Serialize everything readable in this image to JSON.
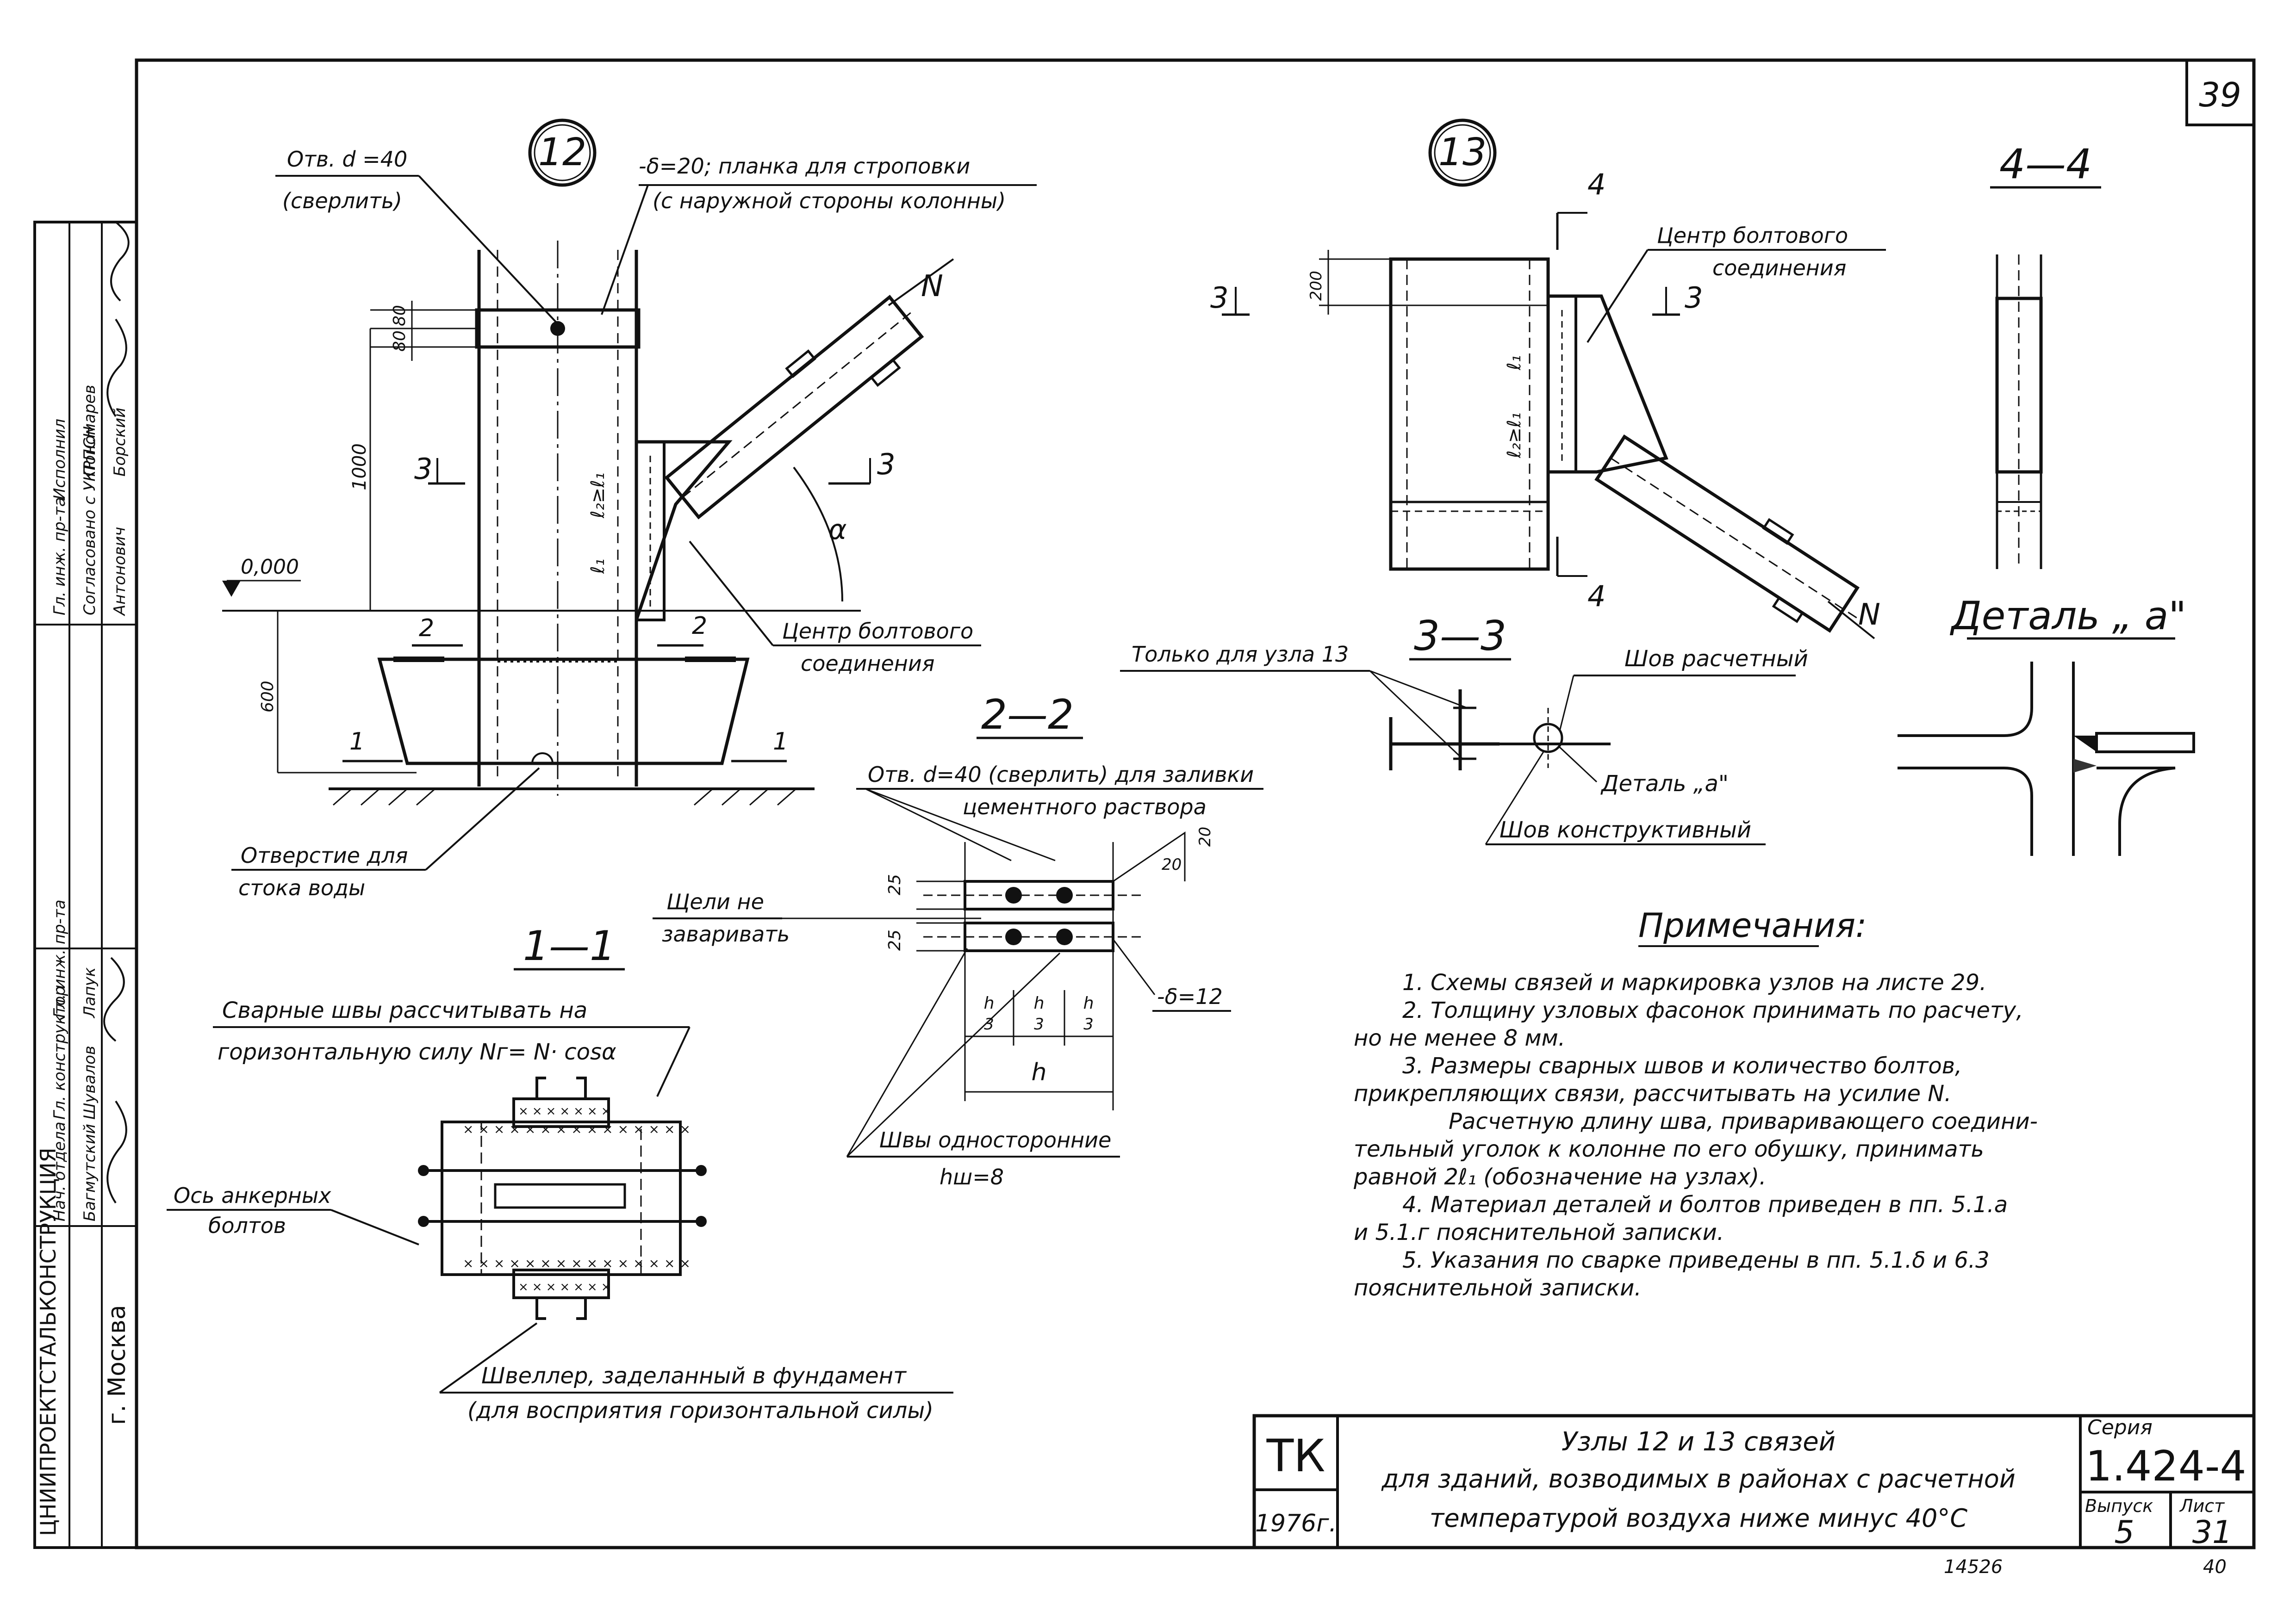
{
  "sheet": {
    "page_number": "39",
    "bottom_number_1": "14526",
    "bottom_number_2": "40"
  },
  "node12": {
    "mark": "12",
    "hole_label_1": "Отв. d =40",
    "hole_label_2": "(сверлить)",
    "plate_label_1": "-δ=20; планка для строповки",
    "plate_label_2": "(с наружной стороны колонны)",
    "dim_80a": "80",
    "dim_80b": "80",
    "dim_1000": "1000",
    "dim_600": "600",
    "level": "0,000",
    "l2": "ℓ₂≥ℓ₁",
    "l1": "ℓ₁",
    "alpha": "α",
    "N": "N",
    "cut3L": "3",
    "cut3R": "3",
    "cut2L": "2",
    "cut2R": "2",
    "cut1L": "1",
    "cut1R": "1",
    "center_label_1": "Центр болтового",
    "center_label_2": "соединения",
    "drain_label_1": "Отверстие для",
    "drain_label_2": "стока воды"
  },
  "node13": {
    "mark": "13",
    "cut4T": "4",
    "cut4B": "4",
    "center_label_1": "Центр болтового",
    "center_label_2": "соединения",
    "cut3L": "3",
    "cut3R": "3",
    "dim_200": "200",
    "l1": "ℓ₁",
    "l2": "ℓ₂≥ℓ₁",
    "N": "N"
  },
  "section44": {
    "title": "4—4"
  },
  "detailA": {
    "title": "Деталь „ а\""
  },
  "section33": {
    "title": "3—3",
    "only_label": "Только для узла 13",
    "weld_calc": "Шов расчетный",
    "detail_ref": "Деталь „а\"",
    "weld_constr": "Шов конструктивный"
  },
  "section22": {
    "title": "2—2",
    "hole_label_1": "Отв. d=40 (сверлить) для заливки",
    "hole_label_2": "цементного раствора",
    "slots_label_1": "Щели не",
    "slots_label_2": "заваривать",
    "dim_25a": "25",
    "dim_25b": "25",
    "dim_20a": "20",
    "dim_20b": "20",
    "plate": "-δ=12",
    "h3_num": "h",
    "h3_den": "3",
    "h": "h",
    "welds_1": "Швы односторонние",
    "welds_2": "hш=8"
  },
  "section11": {
    "title": "1—1",
    "welds_1": "Сварные швы рассчитывать на",
    "welds_2": "горизонтальную силу Nг= N· cosα",
    "axis_1": "Ось анкерных",
    "axis_2": "болтов",
    "channel_1": "Швеллер, заделанный в фундамент",
    "channel_2": "(для восприятия горизонтальной силы)"
  },
  "notes": {
    "title": "Примечания:",
    "lines": [
      "1. Схемы связей и маркировка узлов на листе 29.",
      "2. Толщину узловых фасонок принимать по расчету,",
      "но не менее 8 мм.",
      "3. Размеры сварных швов и количество болтов,",
      "прикрепляющих связи, рассчитывать на усилие N.",
      "Расчетную длину шва, приваривающего соедини-",
      "тельный уголок к колонне по его обушку, принимать",
      "равной 2ℓ₁ (обозначение на узлах).",
      "4. Материал деталей и болтов приведен в пп. 5.1.а",
      "и 5.1.г пояснительной записки.",
      "5. Указания по сварке приведены в пп. 5.1.δ и 6.3",
      "пояснительной записки."
    ]
  },
  "title_block": {
    "org": "ТК",
    "year": "1976г.",
    "title_1": "Узлы 12 и 13 связей",
    "title_2": "для зданий, возводимых в районах с расчетной",
    "title_3": "температурой воздуха ниже минус 40°С",
    "series_label": "Серия",
    "series": "1.424-4",
    "issue_label": "Выпуск",
    "issue": "5",
    "sheet_label": "Лист",
    "sheet": "31"
  },
  "side_stamp": {
    "city": "г. Москва",
    "org_name": "ЦНИИПРОЕКТСТАЛЬКОНСТРУКЦИЯ",
    "roles": [
      "Нач. отдела",
      "Гл. конструктор",
      "Гл. инж. пр-та"
    ],
    "names": [
      "Багмутский",
      "Шувалов",
      "Лапук"
    ],
    "roles2": [
      "Гл. инж. пр-та",
      "Исполнил",
      "Согласовано с УКРПСН"
    ],
    "names2": [
      "Пономарев",
      "Антонович",
      "Борский"
    ]
  }
}
